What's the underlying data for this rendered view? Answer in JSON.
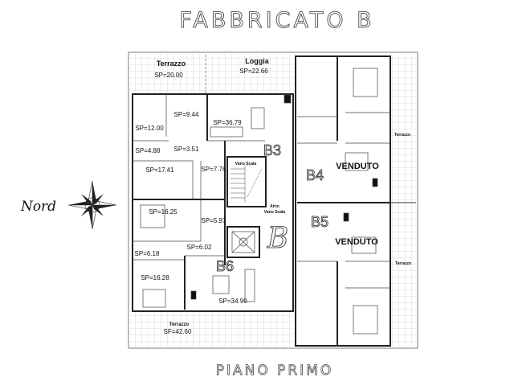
{
  "title": "FABBRICATO B",
  "footer": "PIANO PRIMO",
  "north_label": "Nord",
  "building_label": "B",
  "units": {
    "b3": "B3",
    "b4": "B4",
    "b5": "B5",
    "b6": "B6"
  },
  "sold": {
    "b4": "VENDUTO",
    "b5": "VENDUTO"
  },
  "stair": {
    "vano_scala": "Vano Scala",
    "atrio_1": "Atrio",
    "atrio_2": "Vano Scala"
  },
  "outdoor": {
    "terrazzo_top": "Terrazzo",
    "terrazzo_top_sp": "SP=20.00",
    "loggia": "Loggia",
    "loggia_sp": "SP=22.66",
    "terrazzo_bottom": "Terrazzo",
    "terrazzo_bottom_sf": "SF=42.60",
    "terrazzo_right_1": "Terrazzo",
    "terrazzo_right_2": "Terrazzo"
  },
  "rooms": [
    "SP=9.44",
    "SP=12.00",
    "SP=36.79",
    "SP=4.88",
    "SP=3.51",
    "SP=17.41",
    "SP=7.76",
    "SP=16.25",
    "SP=5.97",
    "SP=6.02",
    "SP=6.18",
    "SP=16.28",
    "SP=34.90"
  ]
}
